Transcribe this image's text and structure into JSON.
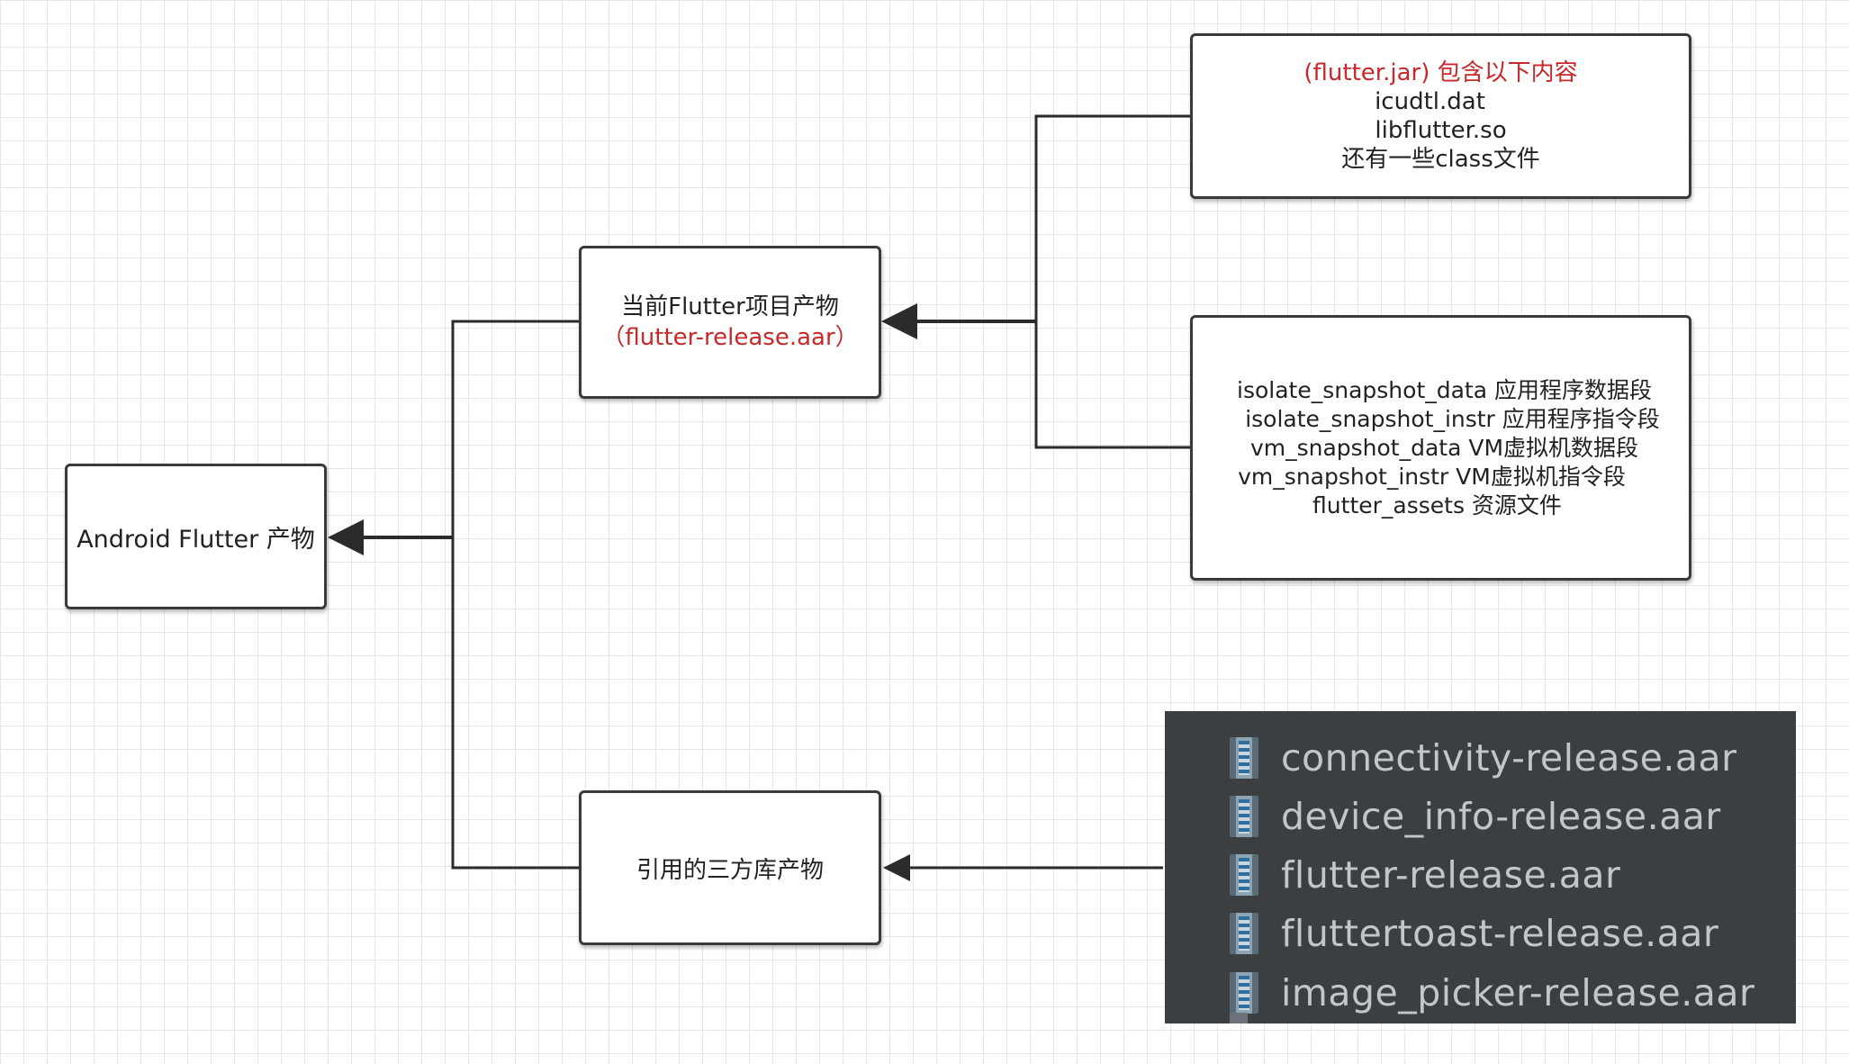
{
  "nodes": {
    "android": {
      "label": "Android Flutter 产物"
    },
    "current": {
      "line1": "当前Flutter项目产物",
      "line2": "（flutter-release.aar）"
    },
    "thirdparty": {
      "label": "引用的三方库产物"
    },
    "flutterjar": {
      "title": "(flutter.jar) 包含以下内容",
      "items": [
        "icudtl.dat",
        "libflutter.so",
        "还有一些class文件"
      ]
    },
    "snapshot": {
      "items": [
        "isolate_snapshot_data 应用程序数据段",
        "isolate_snapshot_instr 应用程序指令段",
        "vm_snapshot_data VM虚拟机数据段",
        "vm_snapshot_instr VM虚拟机指令段",
        "flutter_assets 资源文件"
      ]
    }
  },
  "aar_files": [
    "connectivity-release.aar",
    "device_info-release.aar",
    "flutter-release.aar",
    "fluttertoast-release.aar",
    "image_picker-release.aar"
  ],
  "colors": {
    "highlight_text": "#c82829",
    "node_border": "#3a3a3a",
    "connector": "#2b2b2b",
    "panel_bg": "#3c3f41",
    "panel_text": "#c2c6ca",
    "grid": "#e6e6e6"
  },
  "icons": {
    "aar_file": "archive-file-icon",
    "arrowhead": "arrowhead-icon"
  }
}
